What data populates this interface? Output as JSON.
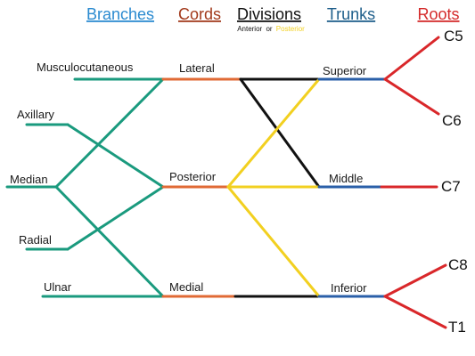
{
  "headers": {
    "branches": "Branches",
    "cords": "Cords",
    "divisions": "Divisions",
    "trunks": "Trunks",
    "roots": "Roots"
  },
  "subtitle": {
    "anterior": "Anterior",
    "or": "or",
    "posterior": "Posterior"
  },
  "branches": {
    "musculocutaneous": "Musculocutaneous",
    "axillary": "Axillary",
    "median": "Median",
    "radial": "Radial",
    "ulnar": "Ulnar"
  },
  "cords": {
    "lateral": "Lateral",
    "posterior": "Posterior",
    "medial": "Medial"
  },
  "trunks": {
    "superior": "Superior",
    "middle": "Middle",
    "inferior": "Inferior"
  },
  "roots": {
    "c5": "C5",
    "c6": "C6",
    "c7": "C7",
    "c8": "C8",
    "t1": "T1"
  },
  "colors": {
    "branches": "#2a8ad0",
    "cords": "#a23a1c",
    "divisions": "#111111",
    "trunks": "#1f5f8b",
    "roots": "#d42a2a",
    "branch_line": "#1a9a7e",
    "cord_line": "#e06a35",
    "anterior_line": "#111111",
    "posterior_line": "#f2d020",
    "trunk_line": "#2a5fa8",
    "root_line": "#d9272a"
  }
}
